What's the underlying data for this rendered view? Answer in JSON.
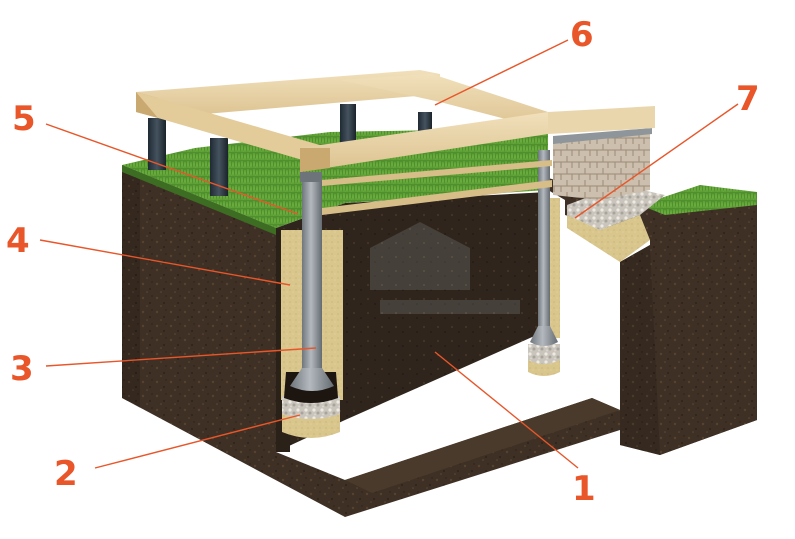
{
  "diagram": {
    "accent_color": "#e8562a",
    "soil_color": "#3e3025",
    "grass_color": "#4f8f2e",
    "timber_color": "#e6cfa2",
    "pile_color": "#8e959b",
    "sand_color": "#d9c68d",
    "callouts": [
      {
        "id": "1",
        "label": "1"
      },
      {
        "id": "2",
        "label": "2"
      },
      {
        "id": "3",
        "label": "3"
      },
      {
        "id": "4",
        "label": "4"
      },
      {
        "id": "5",
        "label": "5"
      },
      {
        "id": "6",
        "label": "6"
      },
      {
        "id": "7",
        "label": "7"
      }
    ]
  }
}
